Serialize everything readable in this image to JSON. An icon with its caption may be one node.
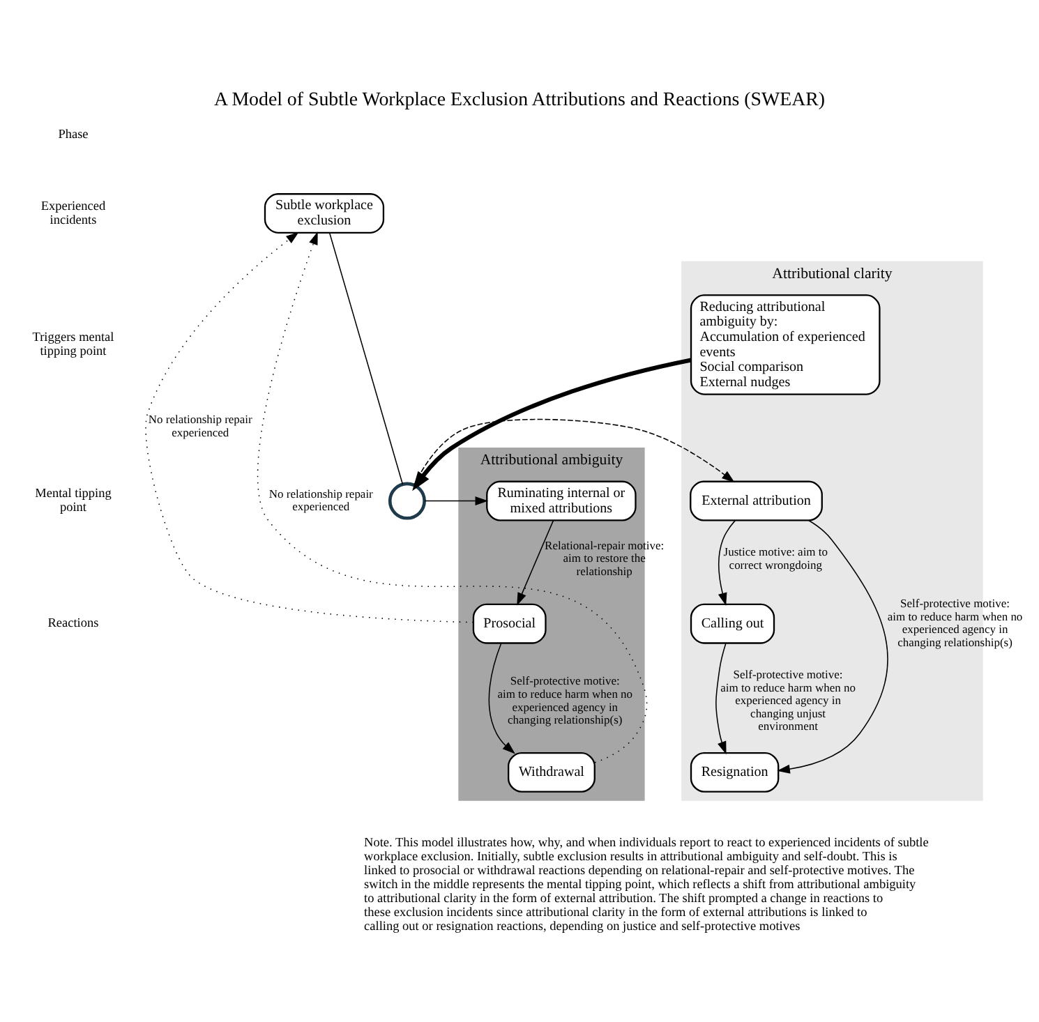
{
  "diagram": {
    "title": "A Model of Subtle Workplace Exclusion Attributions and Reactions (SWEAR)",
    "caption": "Note. This model illustrates how, why, and when individuals report to react to experienced incidents of subtle workplace exclusion. Initially, subtle exclusion results in attributional ambiguity and self-doubt. This is linked to prosocial or withdrawal reactions depending on relational-repair and self-protective motives. The switch in the middle represents the mental tipping point, which reflects a shift from attributional ambiguity to attributional clarity in the form of external attribution. The shift prompted a change in reactions to these exclusion incidents since attributional clarity in the form of external attributions is linked to calling out or resignation reactions, depending on justice and self-protective motives",
    "nodes": [
      {
        "text": [
          "Attributional ambiguity"
        ]
      },
      {
        "text": [
          "Attributional clarity"
        ]
      },
      {
        "text": [
          "Subtle workplace exclusion"
        ]
      },
      {
        "text": [
          "Reducing attributional ambiguity by:",
          "Accumulation of experienced events",
          "Social comparison",
          "External nudges"
        ],
        "in": 1
      },
      {
        "text": [],
        "shape": "circle"
      },
      {
        "text": [
          "Ruminating internal or mixed attributions"
        ],
        "in": 0
      },
      {
        "text": [
          "External attribution"
        ],
        "in": 1
      },
      {
        "text": [
          "Prosocial"
        ],
        "in": 0
      },
      {
        "text": [
          "Calling out"
        ],
        "in": 1
      },
      {
        "text": [
          "Withdrawal"
        ],
        "in": 0
      },
      {
        "text": [
          "Resignation"
        ],
        "in": 1
      }
    ],
    "edges": [
      {
        "from": 2,
        "to": 4,
        "arrow": "none"
      },
      {
        "from": 3,
        "to": 4,
        "arrow": "to",
        "style": "thick"
      },
      {
        "from": 4,
        "to": 5,
        "arrow": "to"
      },
      {
        "from": 4,
        "to": 6,
        "arrow": "to",
        "style": "dashed"
      },
      {
        "from": 5,
        "to": 7,
        "arrow": "to",
        "label": "Relational-repair motive: aim to restore the relationship"
      },
      {
        "from": 7,
        "to": 9,
        "arrow": "to",
        "label": "Self-protective motive: aim to reduce harm when no experienced agency in changing relationship(s)"
      },
      {
        "from": 7,
        "to": 2,
        "arrow": "to",
        "style": "dashed",
        "label": "No relationship repair experienced"
      },
      {
        "from": 9,
        "to": 2,
        "arrow": "to",
        "style": "dashed",
        "label": "No relationship repair experienced"
      },
      {
        "from": 6,
        "to": 8,
        "arrow": "to",
        "label": "Justice motive: aim to correct wrongdoing"
      },
      {
        "from": 6,
        "to": 10,
        "arrow": "to",
        "label": "Self-protective motive: aim to reduce harm when no experienced agency in changing relationship(s)"
      },
      {
        "from": 8,
        "to": 10,
        "arrow": "to",
        "label": "Self-protective motive: aim to reduce harm when no experienced agency in changing unjust environment"
      }
    ],
    "labels": [
      "Phase",
      "Experienced incidents",
      "Triggers mental tipping point",
      "Mental tipping point",
      "Reactions"
    ]
  }
}
